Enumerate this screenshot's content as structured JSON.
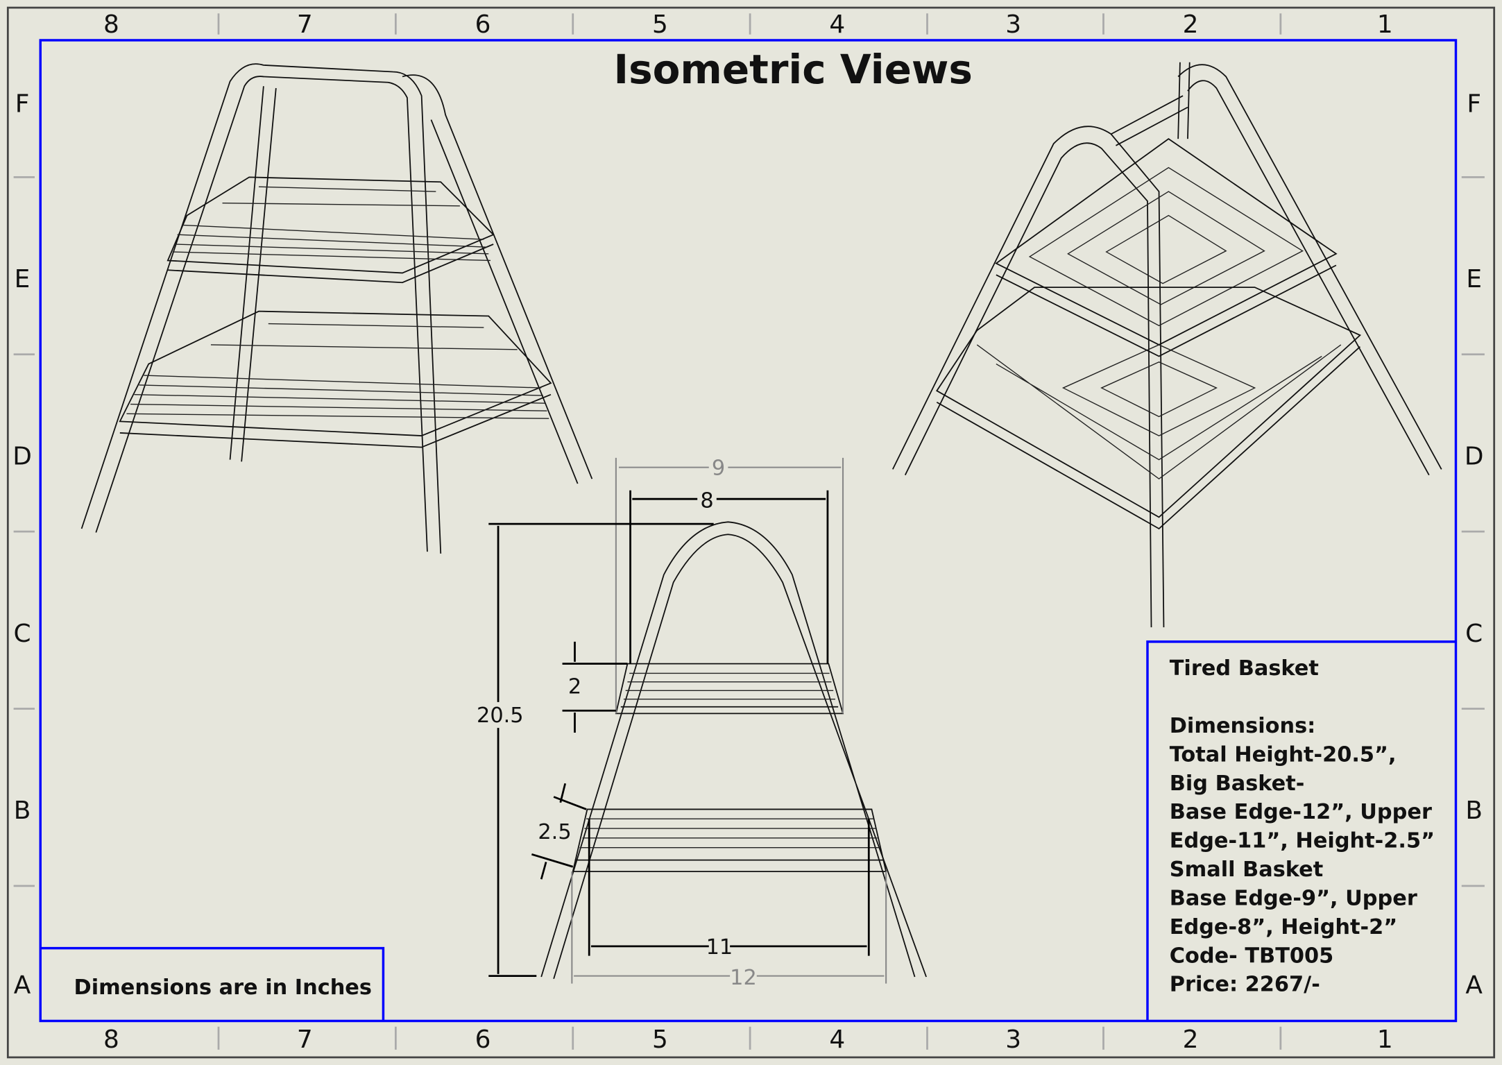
{
  "sheet": {
    "title": "Isometric Views",
    "zone_columns": [
      "8",
      "7",
      "6",
      "5",
      "4",
      "3",
      "2",
      "1"
    ],
    "zone_rows": [
      "F",
      "E",
      "D",
      "C",
      "B",
      "A"
    ],
    "note": "Dimensions are in Inches",
    "border_color": "#0000ff"
  },
  "front_view": {
    "dims": {
      "small_base": "9",
      "small_upper": "8",
      "total_height": "20.5",
      "small_height": "2",
      "big_height": "2.5",
      "big_upper": "11",
      "big_base": "12"
    }
  },
  "title_block": {
    "lines": [
      "Tired Basket",
      "Dimensions:",
      "Total Height-20.5”,",
      "Big Basket-",
      "Base Edge-12”, Upper",
      "Edge-11”, Height-2.5”",
      "Small Basket",
      "Base Edge-9”, Upper",
      "Edge-8”, Height-2”",
      "Code- TBT005",
      "Price: 2267/-"
    ]
  }
}
